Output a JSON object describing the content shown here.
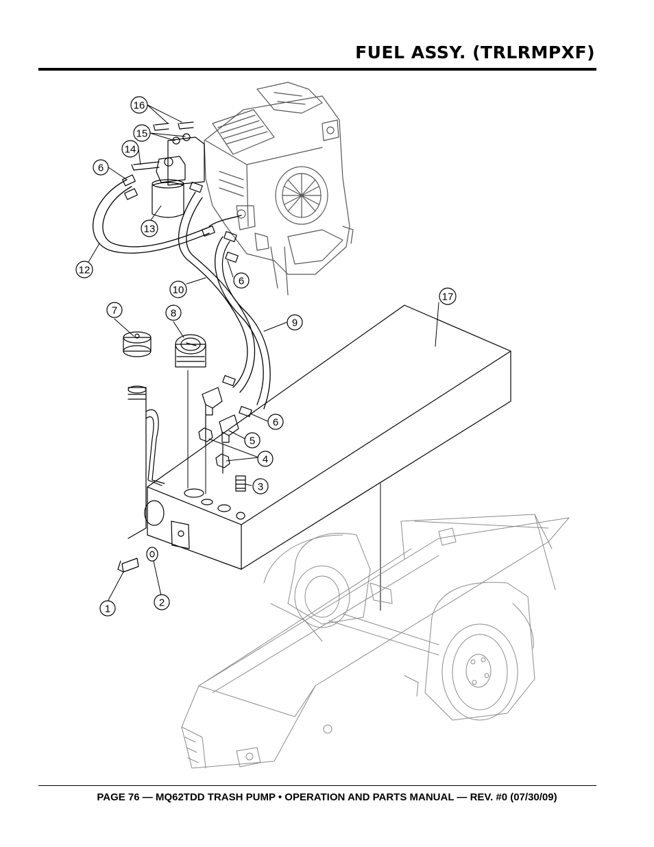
{
  "header": {
    "title": "FUEL ASSY. (TRLRMPXF)"
  },
  "callouts": [
    {
      "id": "c1",
      "label": "1"
    },
    {
      "id": "c2",
      "label": "2"
    },
    {
      "id": "c3",
      "label": "3"
    },
    {
      "id": "c4",
      "label": "4"
    },
    {
      "id": "c5",
      "label": "5"
    },
    {
      "id": "c6a",
      "label": "6"
    },
    {
      "id": "c6b",
      "label": "6"
    },
    {
      "id": "c6c",
      "label": "6"
    },
    {
      "id": "c7",
      "label": "7"
    },
    {
      "id": "c8",
      "label": "8"
    },
    {
      "id": "c9",
      "label": "9"
    },
    {
      "id": "c10",
      "label": "10"
    },
    {
      "id": "c12",
      "label": "12"
    },
    {
      "id": "c13",
      "label": "13"
    },
    {
      "id": "c14",
      "label": "14"
    },
    {
      "id": "c15",
      "label": "15"
    },
    {
      "id": "c16",
      "label": "16"
    },
    {
      "id": "c17",
      "label": "17"
    }
  ],
  "footer": {
    "text": "PAGE 76 — MQ62TDD TRASH PUMP • OPERATION AND PARTS MANUAL — REV. #0 (07/30/09)"
  }
}
